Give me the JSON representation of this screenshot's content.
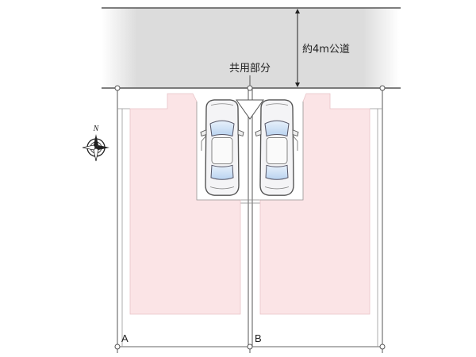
{
  "road": {
    "label": "約4m公道",
    "fill": "#dcdcdc",
    "fade_color": "#ffffff"
  },
  "shared_area": {
    "label": "共用部分"
  },
  "compass": {
    "north_label": "N"
  },
  "lots": [
    {
      "id": "A",
      "label": "A"
    },
    {
      "id": "B",
      "label": "B"
    }
  ],
  "colors": {
    "lot_fill": "#fbe4e6",
    "line": "#666666",
    "car_body": "#f4f4f6",
    "car_glass": "#b9d3f0"
  }
}
